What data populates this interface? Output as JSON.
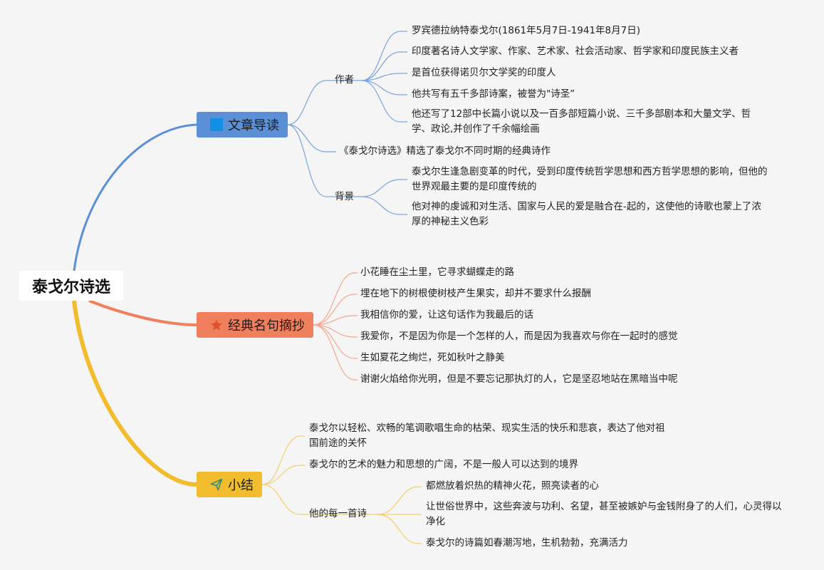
{
  "root": {
    "label": "泰戈尔诗选"
  },
  "colors": {
    "blue": "#5b8fd6",
    "orange": "#f07f5e",
    "yellow": "#f1bd2e",
    "background": "#f5f5f5"
  },
  "branches": [
    {
      "label": "文章导读",
      "icon": "square-icon",
      "sub": [
        {
          "label": "作者",
          "items": [
            "罗宾德拉纳特泰戈尔(1861年5月7日-1941年8月7日)",
            "印度著名诗人文学家、作家、艺术家、社会活动家、哲学家和印度民族主义者",
            "是首位获得诺贝尔文学奖的印度人",
            "他共写有五千多部诗案，被誉为\"诗圣”",
            "他还写了12部中长篇小说以及一百多部短篇小说、三千多部剧本和大量文学、哲学、政论,并创作了千余幅绘画"
          ]
        },
        {
          "label": "《泰戈尔诗选》精选了泰戈尔不同时期的经典诗作"
        },
        {
          "label": "背景",
          "items": [
            "泰戈尔生逢急剧变革的时代，受到印度传统哲学思想和西方哲学思想的影响，但他的世界观最主要的是印度传统的",
            "他对神的虔诚和对生活、国家与人民的爱是融合在-起的，这使他的诗歌也蒙上了浓厚的神秘主义色彩"
          ]
        }
      ]
    },
    {
      "label": "经典名句摘抄",
      "icon": "star-icon",
      "items": [
        "小花睡在尘土里，它寻求蝴蝶走的路",
        "埋在地下的树根使树枝产生果实，却并不要求什么报酬",
        "我相信你的爱，让这句话作为我最后的话",
        "我爱你，不是因为你是一个怎样的人，而是因为我喜欢与你在一起时的感觉",
        "生如夏花之绚烂，死如秋叶之静美",
        "谢谢火焰给你光明，但是不要忘记那执灯的人，它是坚忍地站在黑暗当中呢"
      ]
    },
    {
      "label": "小结",
      "icon": "paper-plane-icon",
      "sub": [
        {
          "label": "泰戈尔以轻松、欢畅的笔调歌唱生命的枯荣、现实生活的快乐和悲哀，表达了他对祖国前途的关怀"
        },
        {
          "label": "泰戈尔的艺术的魅力和思想的广阔，不是一般人可以达到的境界"
        },
        {
          "label": "他的每一首诗",
          "items": [
            "都燃放着炽热的精神火花，照亮读者的心",
            "让世俗世界中，这些奔波与功利、名望，甚至被嫉妒与金钱附身了的人们，心灵得以净化",
            "泰戈尔的诗篇如春潮泻地，生机勃勃，充满活力"
          ]
        }
      ]
    }
  ]
}
